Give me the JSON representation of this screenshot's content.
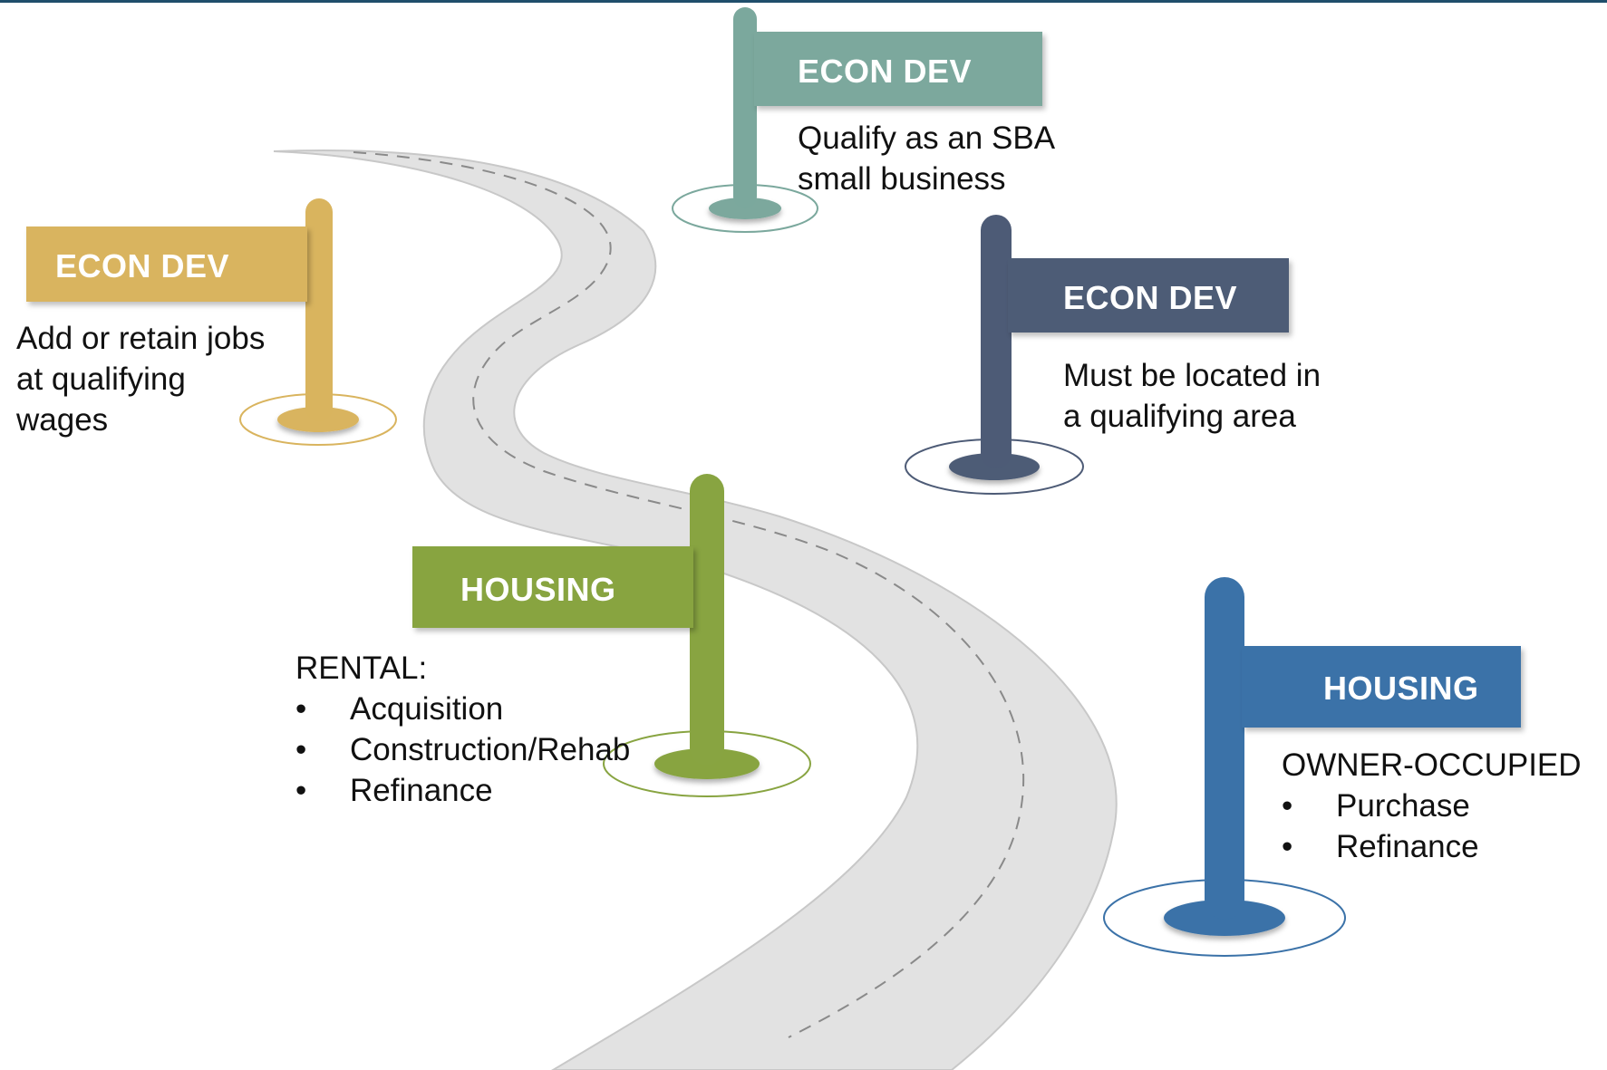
{
  "colors": {
    "econ_gold": "#D9B45E",
    "econ_teal": "#7BA89D",
    "econ_navy": "#4D5B76",
    "housing_green": "#88A441",
    "housing_blue": "#3B72A8",
    "road": "#E2E2E2",
    "top_rule": "#1F4E6B"
  },
  "signs": {
    "econ_gold": {
      "label": "ECON DEV",
      "lines": [
        "Add or retain jobs",
        "at qualifying",
        "wages"
      ]
    },
    "econ_teal": {
      "label": "ECON DEV",
      "lines": [
        "Qualify as an SBA",
        "small business"
      ]
    },
    "econ_navy": {
      "label": "ECON DEV",
      "lines": [
        "Must be located in",
        "a qualifying area"
      ]
    },
    "housing_green": {
      "label": "HOUSING",
      "heading": "RENTAL:",
      "bullet": "•",
      "items": [
        "Acquisition",
        "Construction/Rehab",
        "Refinance"
      ]
    },
    "housing_blue": {
      "label": "HOUSING",
      "heading": "OWNER-OCCUPIED",
      "bullet": "•",
      "items": [
        "Purchase",
        "Refinance"
      ]
    }
  }
}
